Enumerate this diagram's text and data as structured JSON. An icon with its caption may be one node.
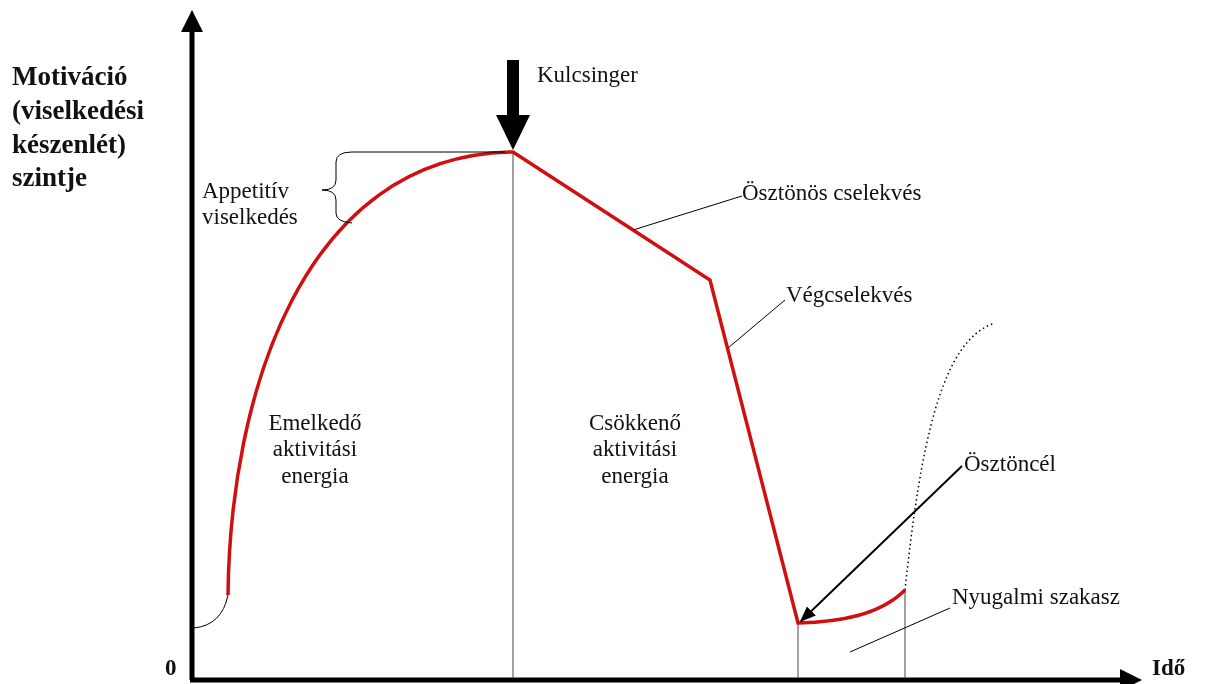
{
  "diagram": {
    "nodes": [
      {
        "text": [
          "Ösztönös cselekvés"
        ]
      },
      {
        "text": [
          "Végcselekvés"
        ]
      },
      {
        "text": [
          "Ösztöncél"
        ]
      },
      {
        "text": [
          "Nyugalmi szakasz"
        ]
      }
    ],
    "edges": [
      {
        "from": 0,
        "to": null,
        "arrow": "none"
      },
      {
        "from": 1,
        "to": null,
        "arrow": "none"
      },
      {
        "from": 2,
        "to": null,
        "arrow": "to"
      },
      {
        "from": 3,
        "to": null,
        "arrow": "none"
      }
    ],
    "labels": [
      "Motiváció (viselkedési készenlét) szintje",
      "Kulcsinger",
      "Appetitív viselkedés",
      "Emelkedő aktivitási energia",
      "Csökkenő aktivitási energia",
      "0",
      "Idő"
    ]
  }
}
